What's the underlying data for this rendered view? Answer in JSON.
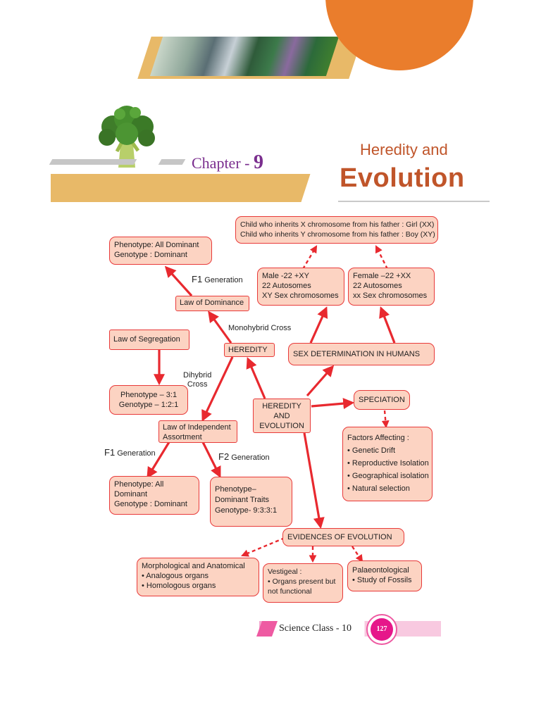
{
  "header": {
    "chapter_prefix": "Chapter - ",
    "chapter_number": "9",
    "title_line1": "Heredity and",
    "title_line2": "Evolution",
    "banner_image_icon": "biology-banner-photos",
    "mascot_icon": "broccoli-icon"
  },
  "diagram": {
    "nodes": {
      "child_inherits": [
        "Child who inherits X chromosome from his father : Girl (XX)",
        "Child who inherits Y chromosome from his father : Boy (XY)"
      ],
      "phenotype_all_dominant_top": [
        "Phenotype: All Dominant",
        "Genotype : Dominant"
      ],
      "male": [
        "Male -22 +XY",
        "22 Autosomes",
        "XY Sex chromosomes"
      ],
      "female": [
        "Female –22 +XX",
        "22 Autosomes",
        "xx Sex chromosomes"
      ],
      "law_of_dominance": [
        "Law of Dominance"
      ],
      "law_of_segregation": [
        "Law of Segregation"
      ],
      "heredity": [
        "HEREDITY"
      ],
      "sex_determination": [
        "SEX DETERMINATION IN HUMANS"
      ],
      "phenotype_ratio": [
        "Phenotype – 3:1",
        "Genotype – 1:2:1"
      ],
      "heredity_and_evolution": [
        "HEREDITY",
        "AND",
        "EVOLUTION"
      ],
      "speciation": [
        "SPECIATION"
      ],
      "law_of_independent_assortment": [
        "Law of Independent",
        "Assortment"
      ],
      "factors_affecting": [
        "Factors Affecting :",
        "• Genetic Drift",
        "• Reproductive Isolation",
        "• Geographical isolation",
        "• Natural selection"
      ],
      "phenotype_all_dominant_bottom": [
        "Phenotype: All",
        "Dominant",
        "Genotype : Dominant"
      ],
      "phenotype_dominant_traits": [
        "Phenotype–",
        "Dominant Traits",
        "Genotype- 9:3:3:1"
      ],
      "evidences_of_evolution": [
        "EVIDENCES OF EVOLUTION"
      ],
      "morphological": [
        "Morphological and Anatomical",
        "• Analogous organs",
        "• Homologous organs"
      ],
      "vestigeal": [
        "Vestigeal :",
        "• Organs present but",
        "   not functional"
      ],
      "palaeontological": [
        "Palaeontological",
        "  • Study of Fossils"
      ]
    },
    "edge_labels": {
      "f1_generation_top": "Generation",
      "f1_prefix_top": "F1",
      "monohybrid_cross": "Monohybrid Cross",
      "dihybrid_cross": [
        "Dihybrid",
        "Cross"
      ],
      "f1_prefix_bottom": "F1",
      "f1_generation_bottom": "Generation",
      "f2_prefix": "F2",
      "f2_generation": "Generation"
    },
    "colors": {
      "arrow": "#e8292f",
      "node_fill": "#fcd3c2",
      "node_border": "#e83a3a"
    }
  },
  "footer": {
    "book_label": "Science Class - 10",
    "page_number": "127"
  }
}
